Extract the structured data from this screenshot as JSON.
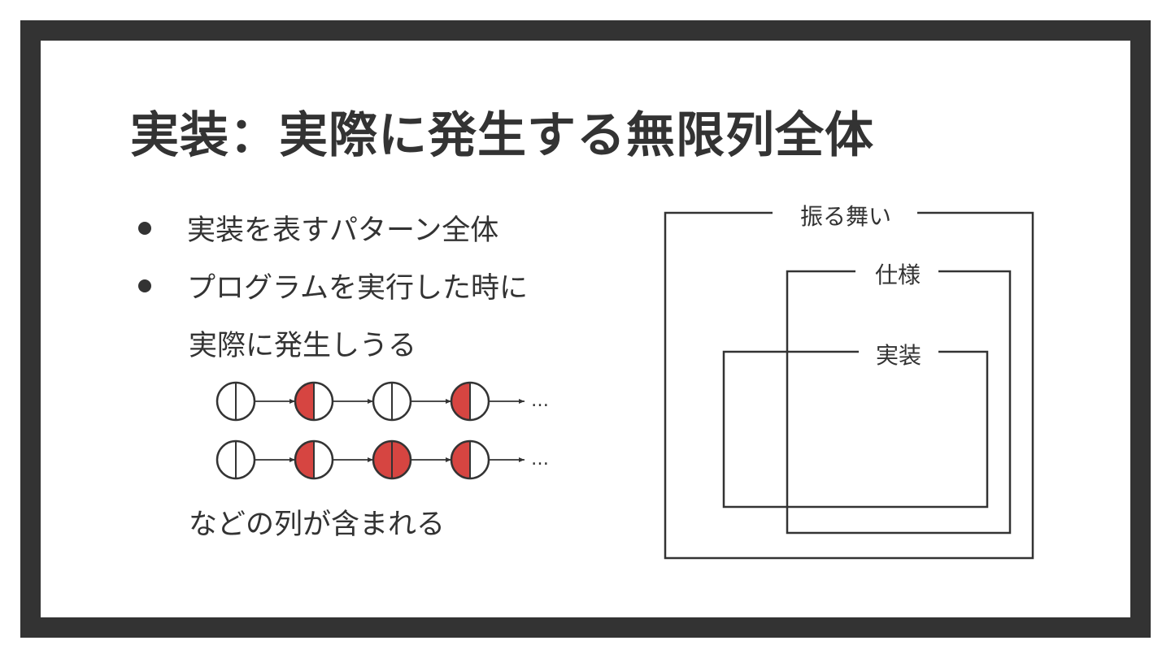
{
  "slide": {
    "title": "実装：実際に発生する無限列全体",
    "bullets": [
      "実装を表すパターン全体",
      "プログラムを実行した時に"
    ],
    "continuation": "実際に発生しうる",
    "after_sequences": "などの列が含まれる"
  },
  "sequences": [
    {
      "states": [
        "empty",
        "red",
        "empty",
        "red"
      ],
      "ellipsis": "…"
    },
    {
      "states": [
        "empty",
        "red",
        "full",
        "red"
      ],
      "ellipsis": "…"
    }
  ],
  "diagram": {
    "outer_label": "振る舞い",
    "middle_label": "仕様",
    "inner_label": "実装"
  },
  "colors": {
    "frame": "#333333",
    "text": "#333333",
    "fill_red": "#d64541"
  }
}
